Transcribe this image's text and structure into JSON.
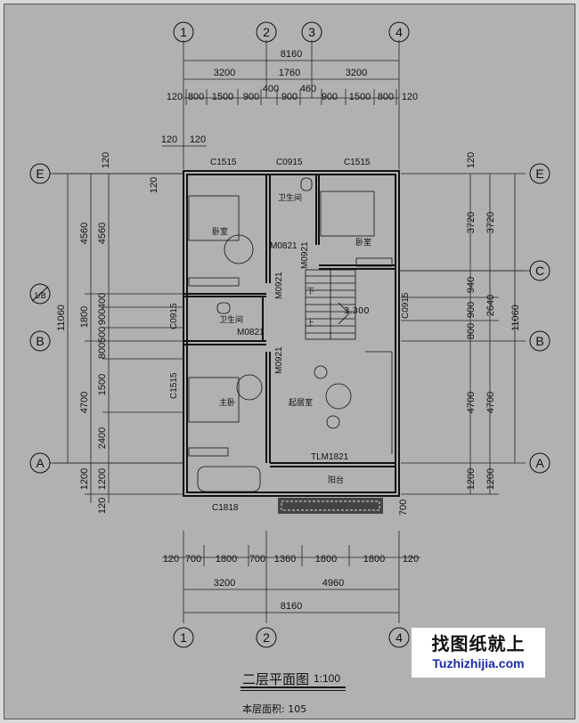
{
  "title": "二层平面图",
  "scale": "1:100",
  "area_label": "本层面积: 105",
  "watermark": {
    "cn": "找图纸就上",
    "en": "Tuzhizhijia.com"
  },
  "axes": {
    "top": [
      "1",
      "2",
      "3",
      "4"
    ],
    "bottom": [
      "1",
      "2",
      "4"
    ],
    "left": [
      "E",
      "1/B",
      "B",
      "A"
    ],
    "right": [
      "E",
      "C",
      "B",
      "A"
    ]
  },
  "dims_top": {
    "overall": "8160",
    "row2": [
      "3200",
      "1760",
      "3200"
    ],
    "row3": [
      "120",
      "800",
      "1500",
      "900",
      "400",
      "900",
      "460",
      "900",
      "1500",
      "800",
      "120"
    ],
    "row4": [
      "120",
      "120"
    ]
  },
  "dims_bottom": {
    "row1": [
      "120",
      "700",
      "1800",
      "700",
      "1360",
      "1800",
      "1800",
      "120"
    ],
    "row2": [
      "3200",
      "4960"
    ],
    "overall": "8160"
  },
  "dims_left": {
    "outer": "11060",
    "mid": [
      "4560",
      "4700",
      "1200",
      "120"
    ],
    "inner": [
      "4560",
      "400",
      "900",
      "500",
      "800",
      "1500",
      "2400",
      "1200",
      "1800"
    ],
    "tiny": [
      "120",
      "120"
    ]
  },
  "dims_right": {
    "outer": "11060",
    "mid": [
      "3720",
      "2640",
      "4700",
      "1200"
    ],
    "inner": [
      "120",
      "3720",
      "940",
      "900",
      "800",
      "4700",
      "1200",
      "700"
    ]
  },
  "windows": [
    "C1515",
    "C0915",
    "C1515",
    "C0915",
    "C1515",
    "C0915",
    "C1818"
  ],
  "doors": [
    "M0821",
    "M0921",
    "M0921",
    "M0821",
    "M0921",
    "TLM1821"
  ],
  "rooms": [
    "卫生间",
    "卧室",
    "卧室",
    "卫生间",
    "主卧",
    "起居室",
    "阳台"
  ],
  "stair": {
    "down": "下",
    "up": "上",
    "level": "3.300"
  }
}
